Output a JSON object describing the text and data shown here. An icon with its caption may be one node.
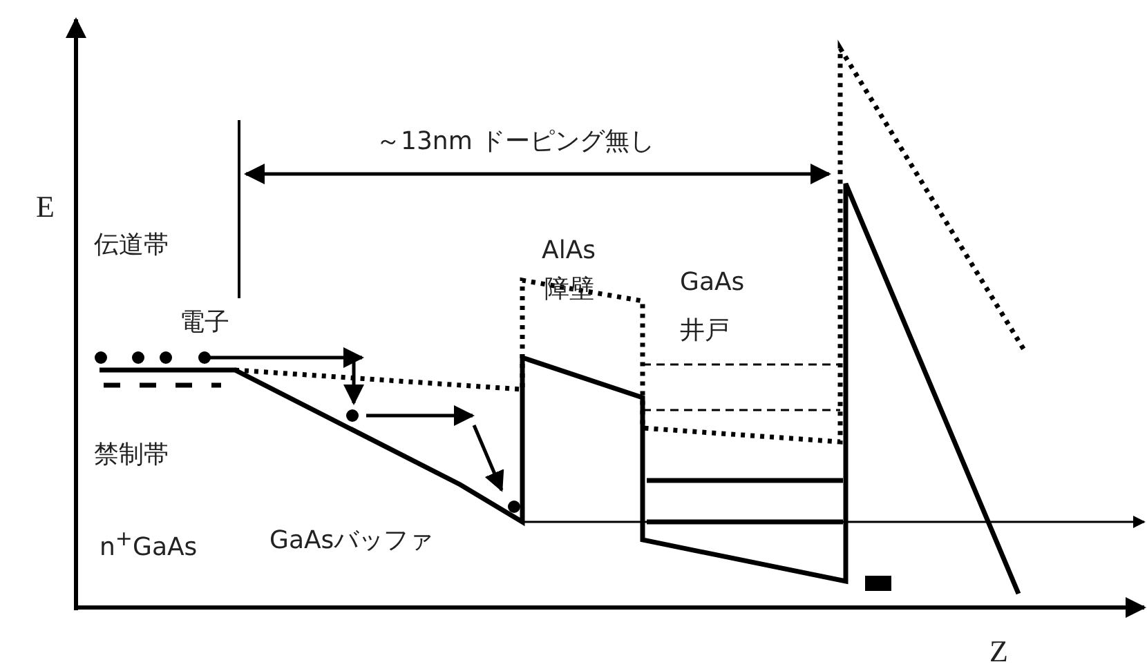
{
  "diagram": {
    "labels": [
      "～13nm ドーピング無し",
      "E",
      "伝道帯",
      "AlAs",
      "障壁",
      "GaAs",
      "電子",
      "井戸",
      "禁制帯",
      "n$^{+}$GaAs",
      "GaAsバッファ",
      "Z"
    ]
  }
}
